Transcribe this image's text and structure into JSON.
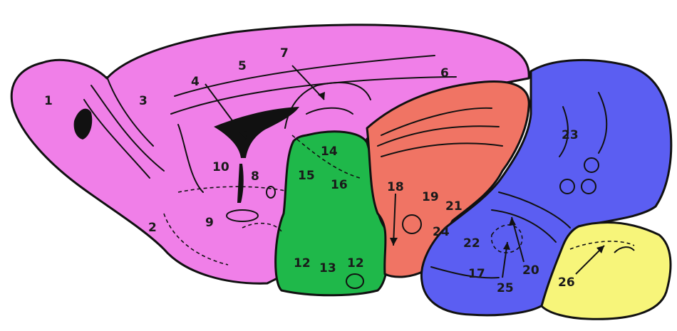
{
  "regions": [
    {
      "id": "forebrain",
      "color": "#f07fe8"
    },
    {
      "id": "midbrain-green",
      "color": "#1fb84a"
    },
    {
      "id": "midbrain-red",
      "color": "#f07464"
    },
    {
      "id": "hindbrain-blue",
      "color": "#5b5ef2"
    },
    {
      "id": "medulla-yellow",
      "color": "#f7f57a"
    }
  ],
  "labels": {
    "l1": "1",
    "l2": "2",
    "l3": "3",
    "l4": "4",
    "l5": "5",
    "l6": "6",
    "l7": "7",
    "l8": "8",
    "l9": "9",
    "l10": "10",
    "l12a": "12",
    "l12b": "12",
    "l13": "13",
    "l14": "14",
    "l15": "15",
    "l16": "16",
    "l17": "17",
    "l18": "18",
    "l19": "19",
    "l20": "20",
    "l21": "21",
    "l22": "22",
    "l23": "23",
    "l24": "24",
    "l25": "25",
    "l26": "26"
  }
}
